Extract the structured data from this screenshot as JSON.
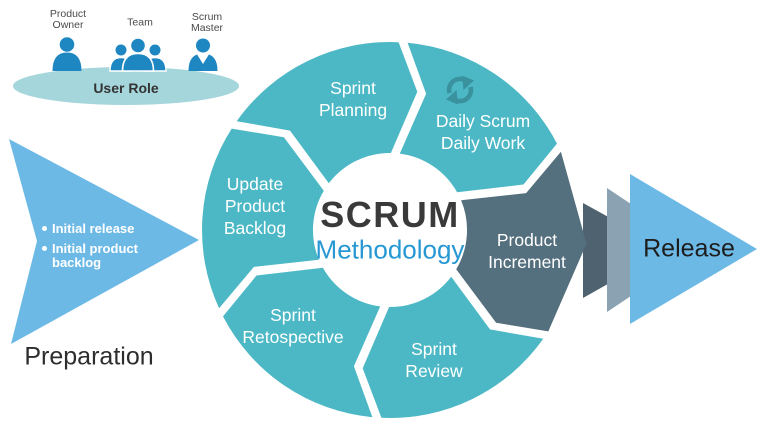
{
  "user_role": {
    "label": "User Role",
    "roles": [
      {
        "id": "product-owner",
        "label": "Product\nOwner"
      },
      {
        "id": "team",
        "label": "Team"
      },
      {
        "id": "scrum-master",
        "label": "Scrum\nMaster"
      }
    ]
  },
  "preparation": {
    "title": "Preparation",
    "items": [
      "Initial release",
      "Initial product backlog"
    ],
    "arrow_color": "#6cb9e6"
  },
  "cycle": {
    "title": "SCRUM",
    "subtitle": "Methodology",
    "title_color": "#3a3a3a",
    "subtitle_color": "#2798d3",
    "segments": [
      {
        "id": "sprint-planning",
        "label": "Sprint\nPlanning",
        "start": 304,
        "end": 364,
        "color": "#4cb8c5"
      },
      {
        "id": "daily-scrum",
        "label": "Daily Scrum\nDaily Work",
        "start": 4,
        "end": 64,
        "color": "#4cb8c5",
        "icon": "refresh-icon",
        "icon_color": "#3a929f"
      },
      {
        "id": "product-increment",
        "label": "Product\nIncrement",
        "start": 64,
        "end": 124,
        "color": "#546f7d",
        "pointed": true
      },
      {
        "id": "sprint-review",
        "label": "Sprint\nReview",
        "start": 124,
        "end": 184,
        "color": "#4cb8c5"
      },
      {
        "id": "sprint-retospective",
        "label": "Sprint\nRetospective",
        "start": 184,
        "end": 244,
        "color": "#4cb8c5"
      },
      {
        "id": "update-product-backlog",
        "label": "Update\nProduct\nBacklog",
        "start": 244,
        "end": 304,
        "color": "#4cb8c5"
      }
    ]
  },
  "release": {
    "title": "Release",
    "arrow_colors": [
      "#4e6270",
      "#8aa2b2",
      "#6cb9e6"
    ]
  },
  "colors": {
    "person_blue": "#1e87c2",
    "ellipse_teal": "#a5d6db",
    "background": "#ffffff"
  }
}
